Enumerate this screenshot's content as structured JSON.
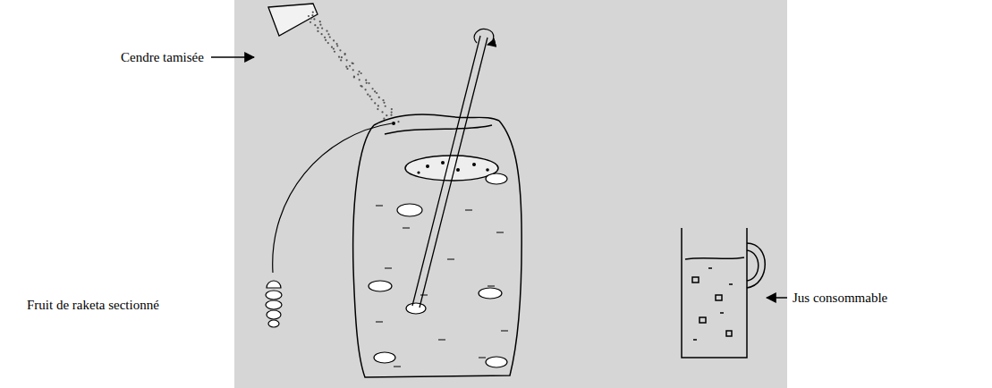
{
  "diagram": {
    "labels": [
      "Cendre tamisée",
      "Fruit de raketa sectionné",
      "Jus consommable"
    ]
  }
}
